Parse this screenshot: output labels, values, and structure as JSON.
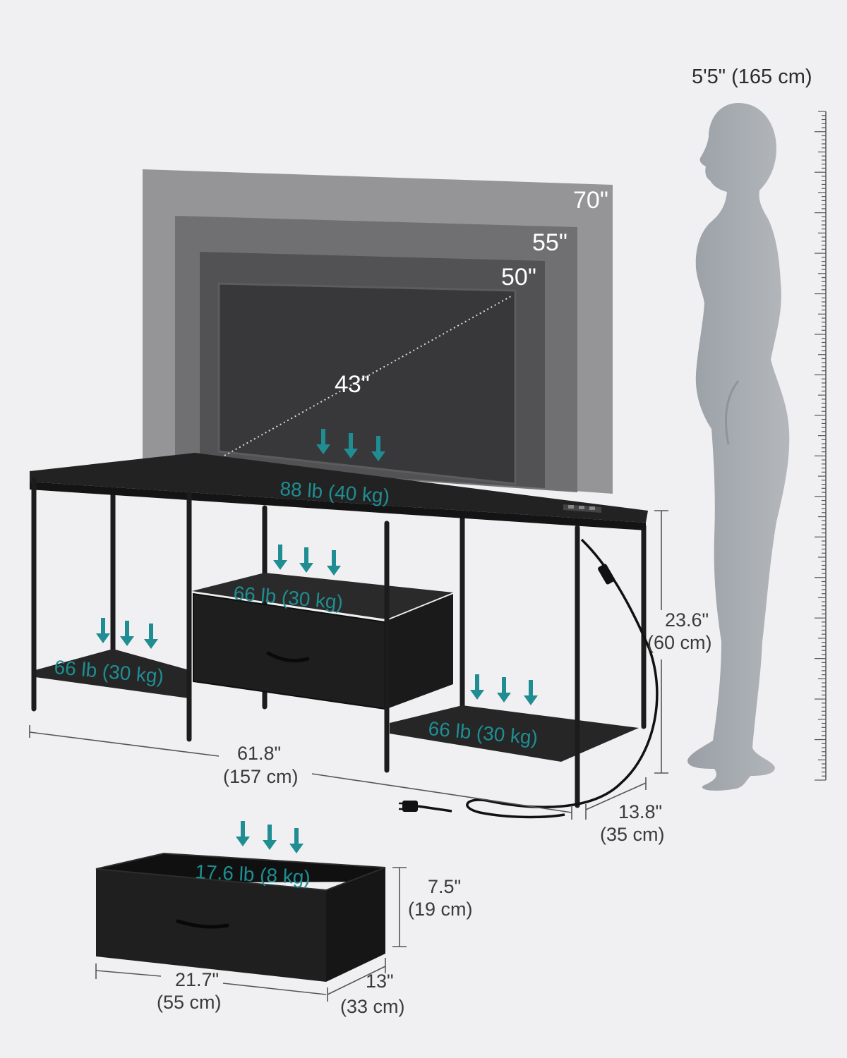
{
  "person_height": "5'5\" (165 cm)",
  "tv_sizes": [
    "70\"",
    "55\"",
    "50\"",
    "43\""
  ],
  "loads": {
    "top": "88 lb (40 kg)",
    "middle_shelf": "66 lb (30 kg)",
    "left_shelf": "66 lb (30 kg)",
    "right_shelf": "66 lb (30 kg)",
    "drawer": "17.6 lb (8 kg)"
  },
  "dimensions": {
    "width_in": "61.8\"",
    "width_cm": "(157 cm)",
    "depth_in": "13.8\"",
    "depth_cm": "(35 cm)",
    "height_in": "23.6\"",
    "height_cm": "(60 cm)",
    "drawer_height_in": "7.5\"",
    "drawer_height_cm": "(19 cm)",
    "drawer_width_in": "21.7\"",
    "drawer_width_cm": "(55 cm)",
    "drawer_depth_in": "13\"",
    "drawer_depth_cm": "(33 cm)"
  },
  "colors": {
    "accent": "#1f8d92",
    "furniture": "#1c1c1c",
    "background": "#f0f0f2",
    "silhouette": "#a3a8ae"
  },
  "icons": [
    "down-arrow-icon",
    "power-plug-icon",
    "outlet-icon",
    "drawer-handle-icon"
  ]
}
